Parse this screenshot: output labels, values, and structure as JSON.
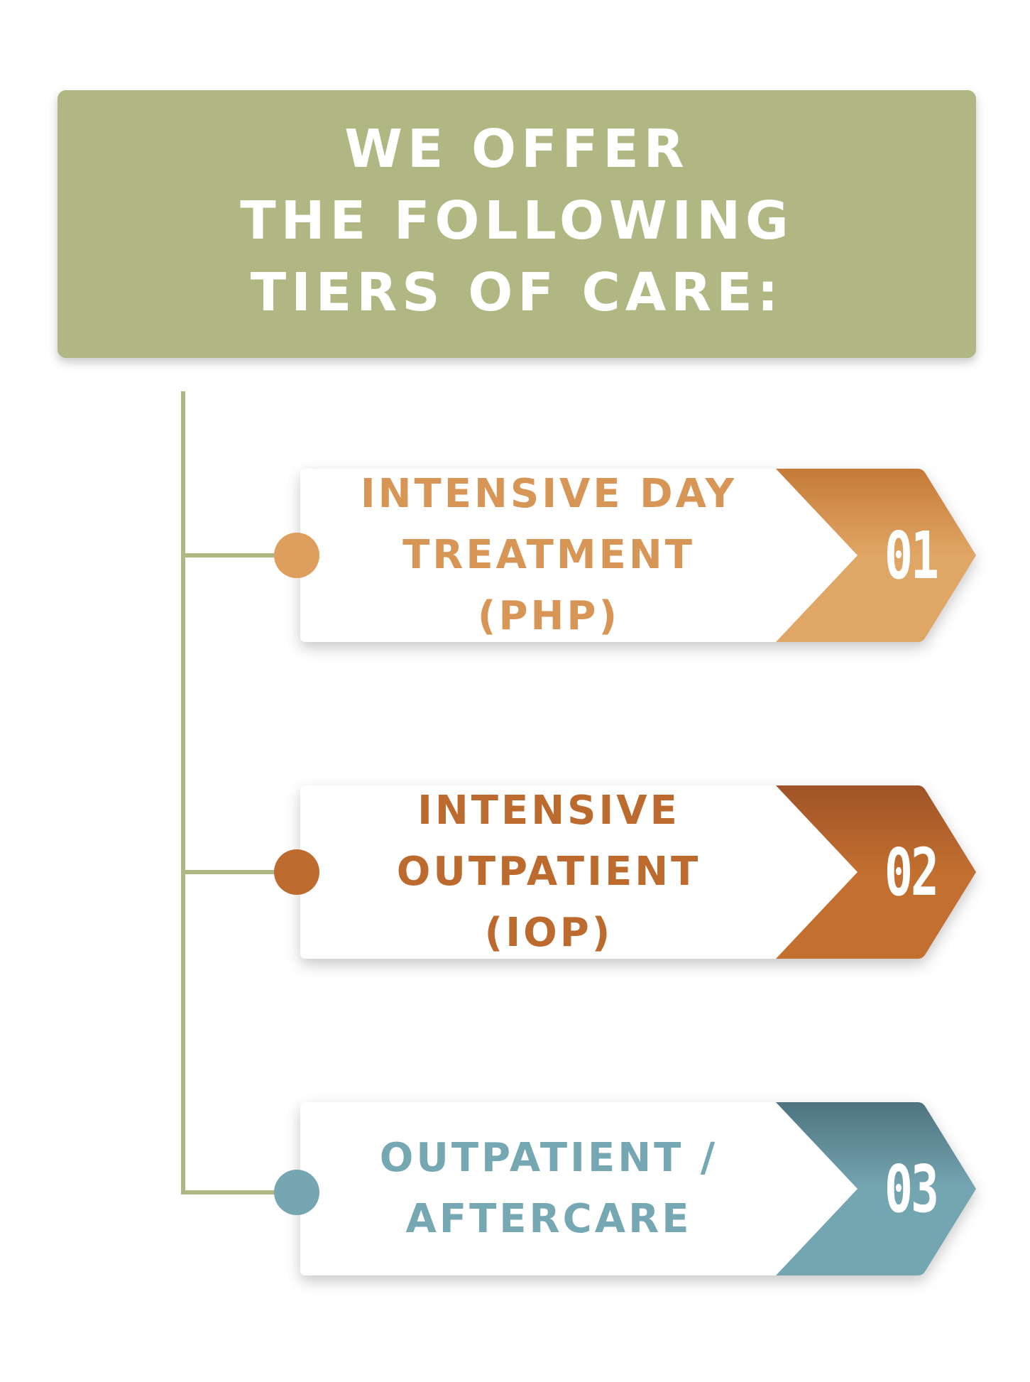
{
  "header": {
    "title": "WE OFFER\nTHE FOLLOWING\nTIERS OF CARE:"
  },
  "tiers": [
    {
      "label": "INTENSIVE DAY\nTREATMENT (PHP)",
      "number": "01",
      "color_top": "#c57a38",
      "color_bottom": "#e0a665",
      "text_color": "#d89656",
      "dot_color": "#de9e5e"
    },
    {
      "label": "INTENSIVE\nOUTPATIENT (IOP)",
      "number": "02",
      "color_top": "#9f5326",
      "color_bottom": "#c26f30",
      "text_color": "#bc6a2e",
      "dot_color": "#bd6b2f"
    },
    {
      "label": "OUTPATIENT /\nAFTERCARE",
      "number": "03",
      "color_top": "#4e7480",
      "color_bottom": "#74a6b1",
      "text_color": "#76a8b3",
      "dot_color": "#76a6b1"
    }
  ],
  "colors": {
    "header_bg": "#b1b782",
    "connector": "#b1b782"
  }
}
